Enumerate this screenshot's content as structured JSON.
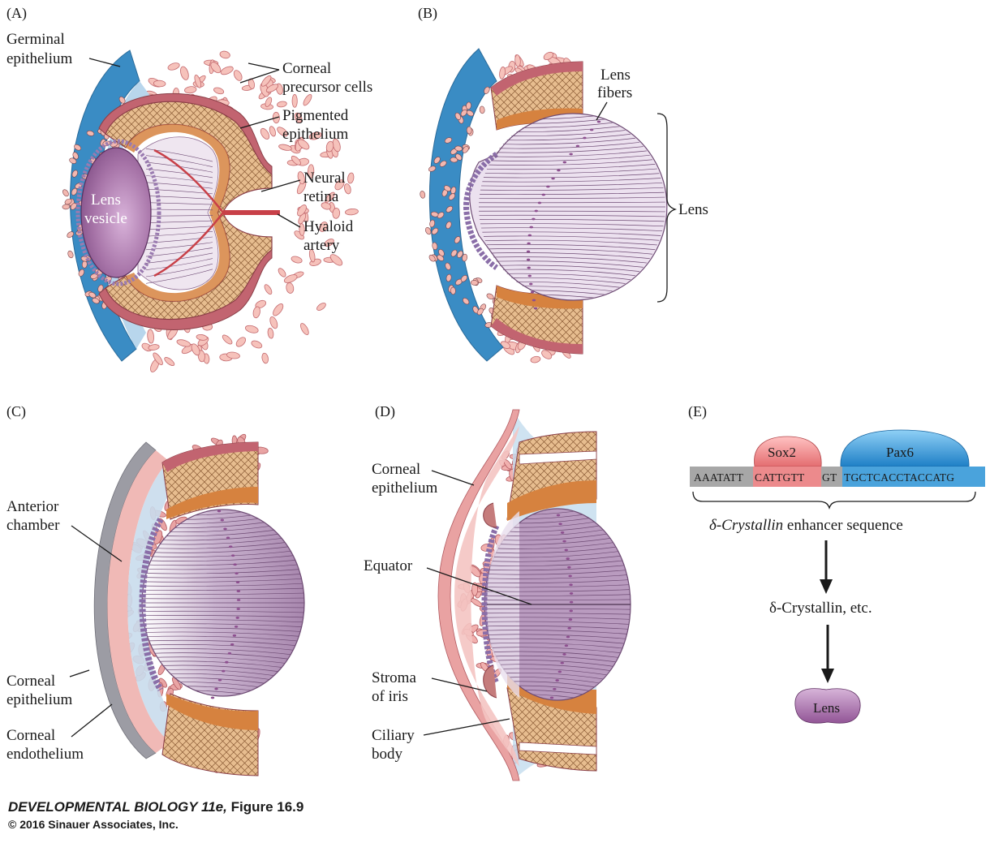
{
  "panels": {
    "a": {
      "letter": "(A)",
      "labels": {
        "germinal_1": "Germinal",
        "germinal_2": "epithelium",
        "corneal_pre_1": "Corneal",
        "corneal_pre_2": "precursor cells",
        "pigmented_1": "Pigmented",
        "pigmented_2": "epithelium",
        "neural_1": "Neural",
        "neural_2": "retina",
        "hyaloid_1": "Hyaloid",
        "hyaloid_2": "artery",
        "lens_vesicle_1": "Lens",
        "lens_vesicle_2": "vesicle"
      }
    },
    "b": {
      "letter": "(B)",
      "labels": {
        "lens_fibers_1": "Lens",
        "lens_fibers_2": "fibers",
        "lens": "Lens"
      }
    },
    "c": {
      "letter": "(C)",
      "labels": {
        "anterior_1": "Anterior",
        "anterior_2": "chamber",
        "corneal_epi_1": "Corneal",
        "corneal_epi_2": "epithelium",
        "corneal_endo_1": "Corneal",
        "corneal_endo_2": "endothelium"
      }
    },
    "d": {
      "letter": "(D)",
      "labels": {
        "corneal_epi_1": "Corneal",
        "corneal_epi_2": "epithelium",
        "equator": "Equator",
        "stroma_1": "Stroma",
        "stroma_2": "of iris",
        "ciliary_1": "Ciliary",
        "ciliary_2": "body"
      }
    },
    "e": {
      "letter": "(E)",
      "sox2": "Sox2",
      "pax6": "Pax6",
      "seq_gray": "AAATATT",
      "seq_red": "CATTGTT",
      "seq_mid": "GT",
      "seq_blue": "TGCTCACCTACCATG",
      "enhancer_italic": "δ-Crystallin",
      "enhancer_rest": " enhancer sequence",
      "product": "δ-Crystallin, etc.",
      "lens": "Lens"
    }
  },
  "caption": {
    "title": "DEVELOPMENTAL BIOLOGY 11e,",
    "figure": "Figure 16.9",
    "copyright": "© 2016 Sinauer Associates, Inc."
  },
  "colors": {
    "epithelium_blue": "#3a8cc4",
    "mesenchyme_pink": "#f3b8b0",
    "pigment_red": "#b8545f",
    "retina_tan": "#e2b487",
    "retina_orange": "#d6823f",
    "lens_purple": "#a77dad",
    "lens_light": "#e8dcec",
    "artery_red": "#c84048",
    "sox2_red": "#ec7e80",
    "pax6_blue": "#2e8fd2",
    "seq_gray": "#a7a7a7",
    "seq_red": "#ec8a8c",
    "seq_blue": "#4aa3dc"
  }
}
